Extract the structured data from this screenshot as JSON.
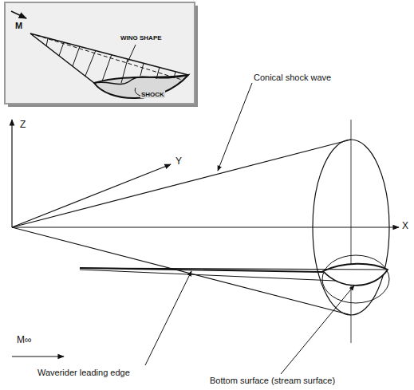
{
  "diagram": {
    "labels": [
      "M",
      "WING SHAPE",
      "SHOCK",
      "Z",
      "Y",
      "X",
      "Conical shock wave",
      "M∞",
      "Waverider leading edge",
      "Bottom surface (stream surface)"
    ]
  }
}
